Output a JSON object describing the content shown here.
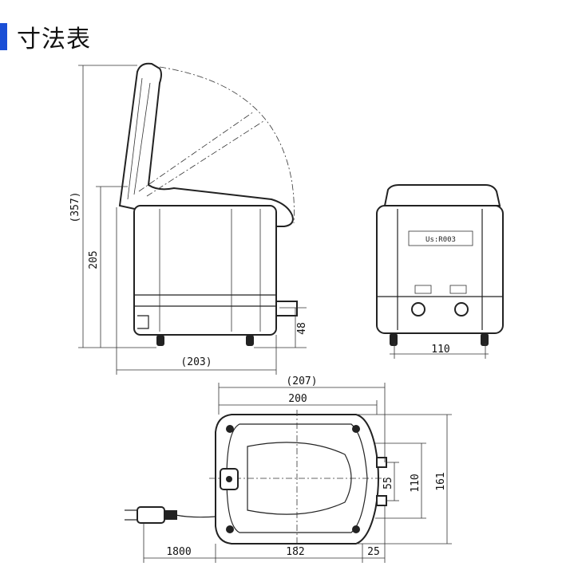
{
  "heading": {
    "title": "寸法表",
    "accent_color": "#1a4fd6"
  },
  "side_view": {
    "dim_total_height": "(357)",
    "dim_body_height": "205",
    "dim_outlet_height": "48",
    "dim_depth": "(203)"
  },
  "front_view": {
    "dim_width": "110",
    "label_plate": "Us:R003"
  },
  "top_view": {
    "dim_overall_length": "(207)",
    "dim_body_length": "200",
    "dim_cord": "1800",
    "dim_inner": "182",
    "dim_offset": "25",
    "dim_port_spacing": "55",
    "dim_port_span": "110",
    "dim_total_width": "161"
  }
}
